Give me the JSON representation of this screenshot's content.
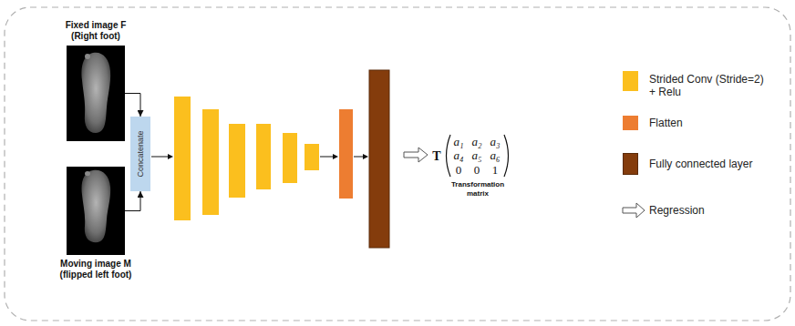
{
  "diagram": {
    "nodes": [
      {
        "text": [
          "Fixed image F (Right foot)"
        ]
      },
      {
        "text": [
          "Moving image M (flipped left foot)"
        ]
      },
      {
        "text": [
          "Concatenate"
        ]
      }
    ],
    "edges": [
      {
        "from": 0,
        "to": 2,
        "arrow": "to"
      },
      {
        "from": 1,
        "to": 2,
        "arrow": "to"
      }
    ],
    "labels": [
      "T",
      "a₁",
      "a₂",
      "a₃",
      "a₄",
      "a₅",
      "a₆",
      "0",
      "0",
      "1",
      "Transformation matrix"
    ],
    "legend": [
      {
        "text": "Strided Conv (Stride=2) + Relu",
        "color": "#fbbf1e"
      },
      {
        "text": "Flatten",
        "color": "#ed7d31"
      },
      {
        "text": "Fully connected layer",
        "color": "#843c0c"
      },
      {
        "text": "Regression"
      }
    ]
  }
}
